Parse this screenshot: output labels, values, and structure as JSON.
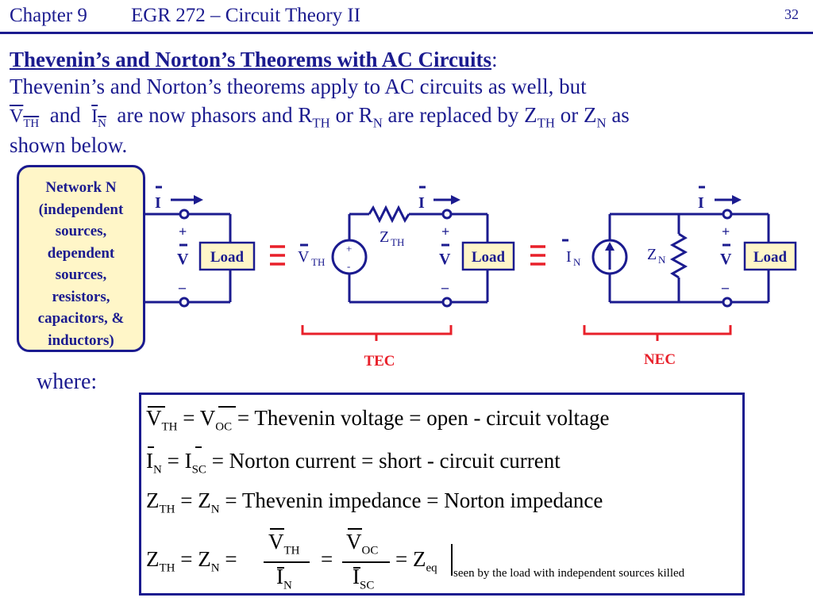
{
  "header": {
    "chapter": "Chapter 9",
    "course": "EGR 272 – Circuit Theory II",
    "page_number": "32"
  },
  "intro": {
    "title": "Thevenin’s and Norton’s Theorems with AC Circuits",
    "title_colon": ":",
    "line1": "Thevenin’s and Norton’s theorems apply to AC circuits as well, but",
    "vth_v": "V",
    "vth_sub": "TH",
    "and_word": "and",
    "in_i": "I",
    "in_sub": "N",
    "line2_a": "are now phasors and R",
    "rth_sub": "TH",
    "or1": " or R",
    "rn_sub": "N",
    "line2_b": " are replaced by Z",
    "zth_sub": "TH",
    "or2": " or Z",
    "zn_sub": "N",
    "line2_c": " as",
    "line3": "shown below."
  },
  "network_box": {
    "lines": [
      "Network N",
      "(independent",
      "sources,",
      "dependent",
      "sources,",
      "resistors,",
      "capacitors, &",
      "inductors)"
    ]
  },
  "diagram": {
    "current_label": "I",
    "plus": "+",
    "minus": "–",
    "v_label": "V",
    "load_label": "Load",
    "equiv_symbol": "≡",
    "vth_label": "V",
    "vth_sub": "TH",
    "zth_label": "Z",
    "zth_sub": "TH",
    "in_label": "I",
    "in_sub": "N",
    "zn_label": "Z",
    "zn_sub": "N",
    "src_plus": "+",
    "src_minus": "-",
    "tec_label": "TEC",
    "nec_label": "NEC",
    "wire_color": "#1b1b8f",
    "accent_red": "#e8202a",
    "load_fill": "#fff6c8"
  },
  "where_label": "where:",
  "formulas": {
    "row1": {
      "a": "V",
      "a_sub": "TH",
      "b": "V",
      "b_sub": "OC",
      "text1": "Thevenin voltage",
      "text2": "open - circuit voltage"
    },
    "row2": {
      "a": "I",
      "a_sub": "N",
      "b": "I",
      "b_sub": "SC",
      "text1": "Norton current",
      "text2": "short - circuit current"
    },
    "row3": {
      "a": "Z",
      "a_sub": "TH",
      "b": "Z",
      "b_sub": "N",
      "text1": "Thevenin impedance",
      "text2": "Norton impedance"
    },
    "row4": {
      "a": "Z",
      "a_sub": "TH",
      "b": "Z",
      "b_sub": "N",
      "num1": "V",
      "num1_sub": "TH",
      "den1": "I",
      "den1_sub": "N",
      "num2": "V",
      "num2_sub": "OC",
      "den2": "I",
      "den2_sub": "SC",
      "c": "Z",
      "c_sub": "eq",
      "note": "seen by the load with independent sources killed"
    },
    "eq_sign": "="
  }
}
